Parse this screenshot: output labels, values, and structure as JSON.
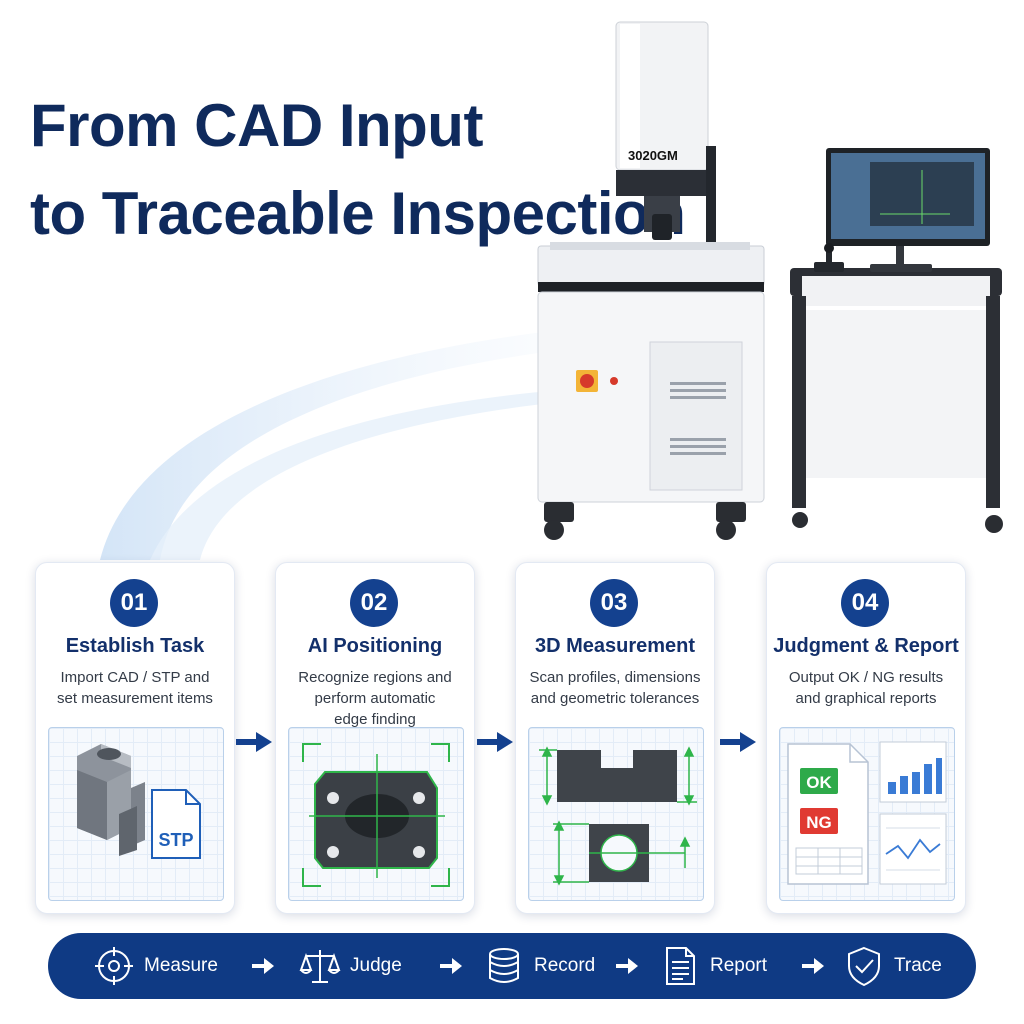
{
  "headline": {
    "line1": "From CAD Input",
    "line2": "to Traceable Inspection"
  },
  "machine": {
    "model_label": "3020GM"
  },
  "steps": [
    {
      "number": "01",
      "title": "Establish Task",
      "desc_lines": [
        "Import CAD / STP and",
        "set measurement items"
      ],
      "file_badge": "STP"
    },
    {
      "number": "02",
      "title": "AI Positioning",
      "desc_lines": [
        "Recognize regions and",
        "perform automatic",
        "edge finding"
      ]
    },
    {
      "number": "03",
      "title": "3D Measurement",
      "desc_lines": [
        "Scan profiles, dimensions",
        "and geometric tolerances"
      ]
    },
    {
      "number": "04",
      "title": "Judgment & Report",
      "desc_lines": [
        "Output OK / NG results",
        "and graphical reports"
      ],
      "ok_label": "OK",
      "ng_label": "NG"
    }
  ],
  "workflow": [
    {
      "label": "Measure",
      "icon": "crosshair-icon"
    },
    {
      "label": "Judge",
      "icon": "scale-icon"
    },
    {
      "label": "Record",
      "icon": "database-icon"
    },
    {
      "label": "Report",
      "icon": "document-icon"
    },
    {
      "label": "Trace",
      "icon": "shield-check-icon"
    }
  ],
  "colors": {
    "brand": "#0f3a84",
    "title": "#0f2a5c",
    "accent_blue": "#1f5fb8",
    "ok": "#2eaa4a",
    "ng": "#e03a32"
  }
}
